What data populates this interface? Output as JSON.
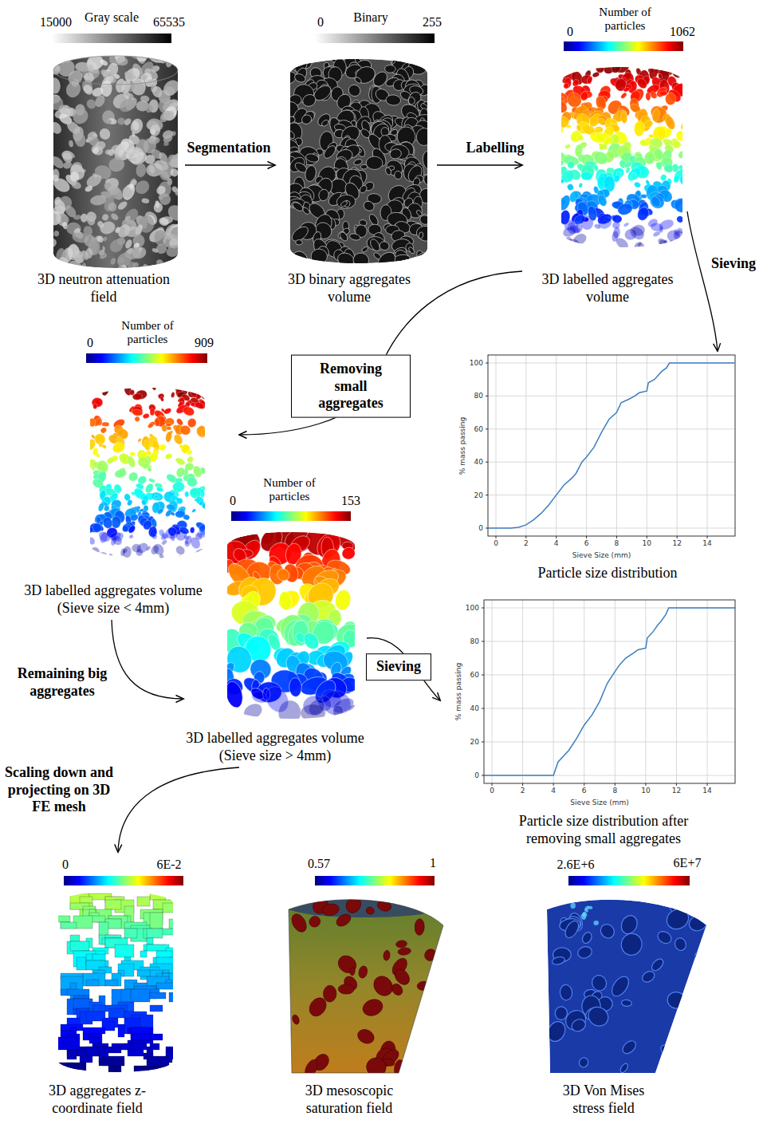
{
  "diagram": {
    "nodes": [
      {
        "text": [
          "3D neutron attenuation field"
        ]
      },
      {
        "text": [
          "3D binary aggregates volume"
        ]
      },
      {
        "text": [
          "3D labelled aggregates volume"
        ]
      },
      {
        "text": [
          "Particle size distribution"
        ]
      },
      {
        "text": [
          "3D labelled aggregates volume (Sieve size < 4mm)"
        ]
      },
      {
        "text": [
          "3D labelled aggregates volume (Sieve size > 4mm)"
        ]
      },
      {
        "text": [
          "Particle size distribution after removing small aggregates"
        ]
      },
      {
        "text": [
          "3D aggregates z-coordinate field"
        ]
      },
      {
        "text": [
          "3D mesoscopic saturation field"
        ]
      },
      {
        "text": [
          "3D Von Mises stress field"
        ]
      }
    ],
    "edges": [
      {
        "from": 0,
        "to": 1,
        "label": "Segmentation",
        "arrow": "to"
      },
      {
        "from": 1,
        "to": 2,
        "label": "Labelling",
        "arrow": "to"
      },
      {
        "from": 2,
        "to": 3,
        "label": "Sieving",
        "arrow": "to"
      },
      {
        "from": 2,
        "to": 4,
        "label": "Removing small aggregates",
        "arrow": "to"
      },
      {
        "from": 4,
        "to": 5,
        "label": "Remaining big aggregates",
        "arrow": "to"
      },
      {
        "from": 5,
        "to": 6,
        "label": "Sieving",
        "arrow": "to"
      },
      {
        "from": 5,
        "to": 7,
        "label": "Scaling down and projecting on 3D FE mesh",
        "arrow": "to"
      }
    ],
    "labels": [
      "15000",
      "Gray scale",
      "65535",
      "0",
      "Binary",
      "255",
      "Number of particles",
      "0",
      "1062",
      "Number of particles",
      "0",
      "909",
      "Number of particles",
      "0",
      "153",
      "100",
      "80",
      "60",
      "40",
      "20",
      "0",
      "0",
      "2",
      "4",
      "6",
      "8",
      "10",
      "12",
      "14",
      "% mass passing",
      "Sieve Size (mm)",
      "100",
      "80",
      "60",
      "40",
      "20",
      "0",
      "0",
      "2",
      "4",
      "6",
      "8",
      "10",
      "12",
      "14",
      "% mass passing",
      "Sieve Size (mm)",
      "0",
      "6E-2",
      "0.57",
      "1",
      "2.6E+6",
      "6E+7"
    ]
  }
}
